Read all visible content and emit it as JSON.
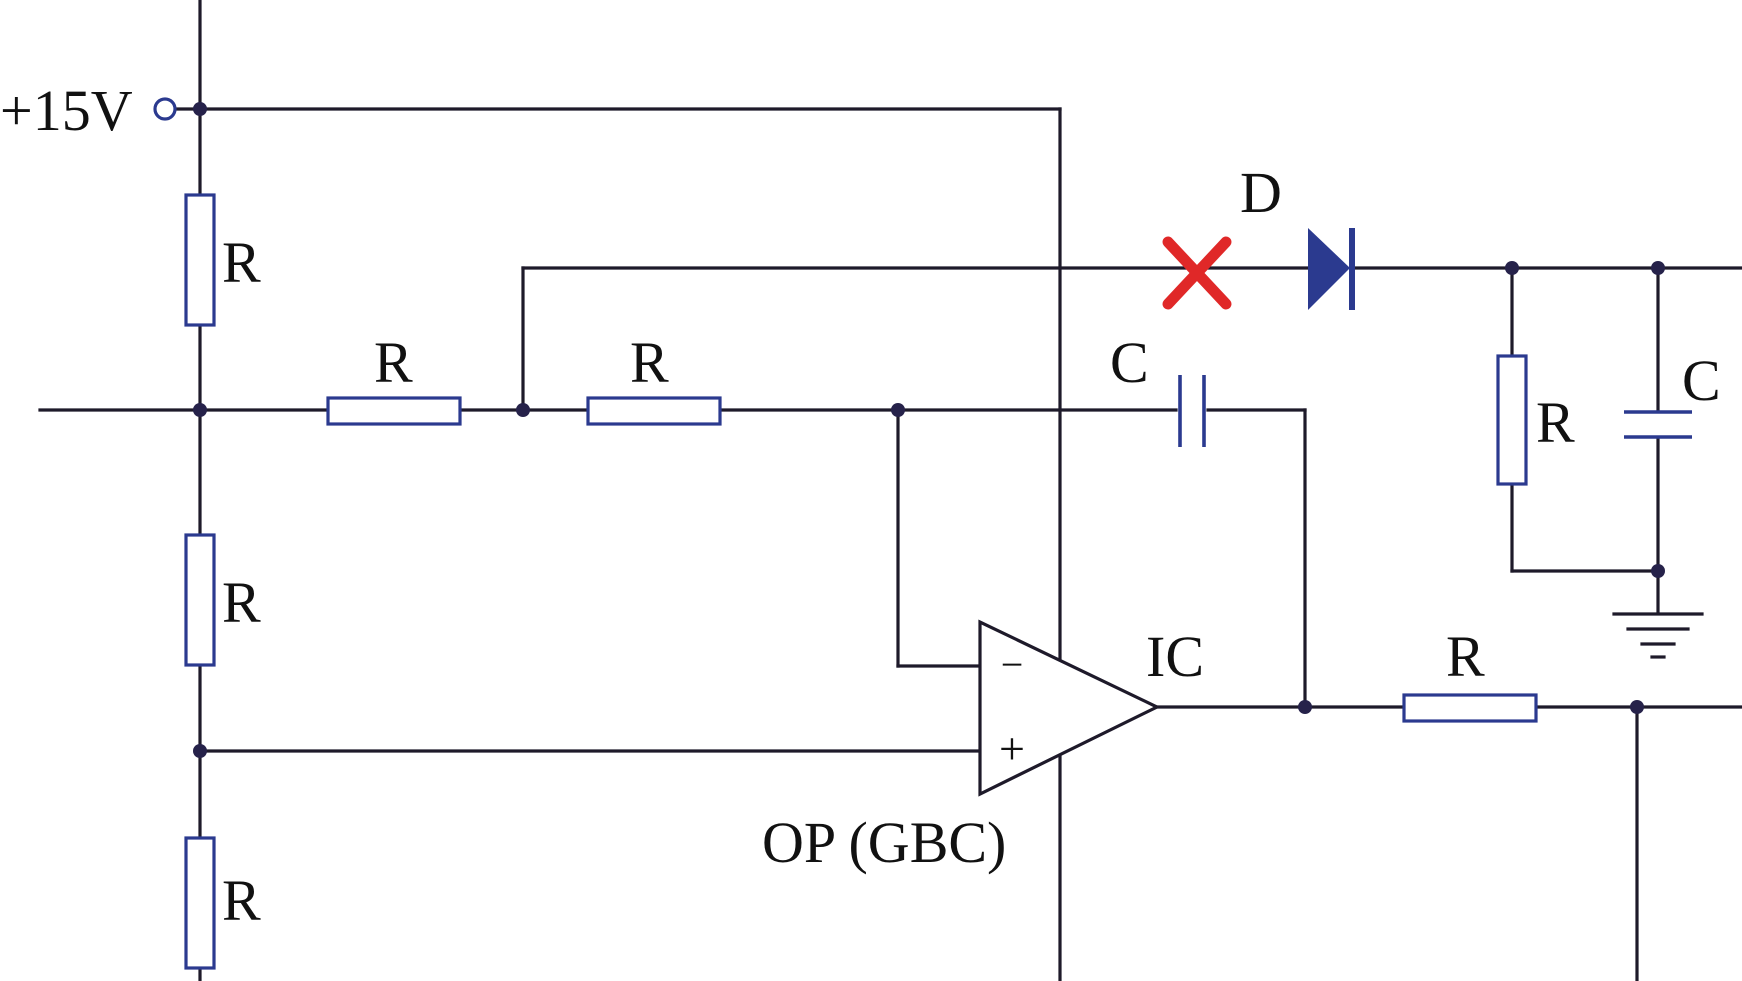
{
  "colors": {
    "wire": "#1e1a2a",
    "component": "#2b3a8f",
    "fault_mark": "#e02828",
    "text": "#111111"
  },
  "labels": {
    "supply": "+15V",
    "diode": "D",
    "ic": "IC",
    "opamp": "OP (GBC)",
    "minus": "−",
    "plus": "+",
    "r_top_divider": "R",
    "r_mid_divider": "R",
    "r_bot_divider": "R",
    "r_series_1": "R",
    "r_series_2": "R",
    "c_series": "C",
    "r_load": "R",
    "c_load": "C",
    "r_output": "R"
  },
  "icons": {
    "fault": "red-cross-icon",
    "ground": "ground-icon",
    "terminal": "open-terminal-icon"
  }
}
